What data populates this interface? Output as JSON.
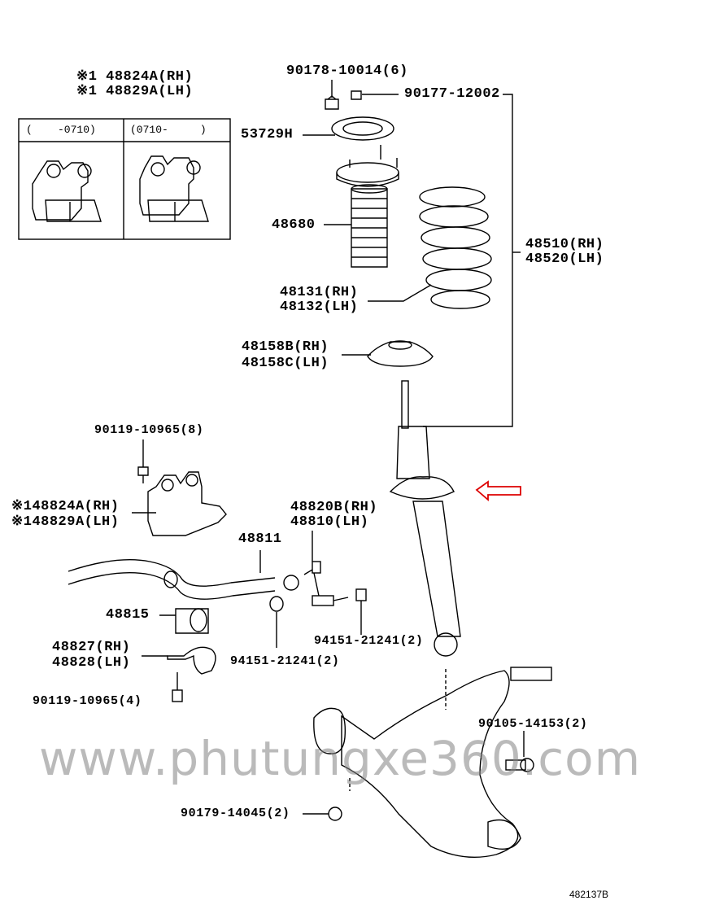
{
  "parts": {
    "top_nut": "90178-10014(6)",
    "upper_nut": "90177-12002",
    "insulator": "53729H",
    "bump_stopper": "48680",
    "spring_rh": "48131(RH)",
    "spring_lh": "48132(LH)",
    "spring_seat_rh": "48158B(RH)",
    "spring_seat_lh": "48158C(LH)",
    "absorber_rh": "48510(RH)",
    "absorber_lh": "48520(LH)",
    "bracket_top_rh": "※1 48824A(RH)",
    "bracket_top_lh": "※1 48829A(LH)",
    "bracket_bolt": "90119-10965(8)",
    "bracket_mid_rh": "※148824A(RH)",
    "bracket_mid_lh": "※148829A(LH)",
    "link_rh": "48820B(RH)",
    "link_lh": "48810(LH)",
    "stabilizer_bar": "48811",
    "bushing": "48815",
    "clamp_rh": "48827(RH)",
    "clamp_lh": "48828(LH)",
    "clamp_bolt": "90119-10965(4)",
    "nut_left": "94151-21241(2)",
    "nut_right": "94151-21241(2)",
    "arm_bolt": "90105-14153(2)",
    "arm_nut": "90179-14045(2)"
  },
  "inset": {
    "left_range": "(    -0710)",
    "right_range": "(0710-     )"
  },
  "watermark": "www.phutungxe360.com",
  "figure_code": "482137B"
}
